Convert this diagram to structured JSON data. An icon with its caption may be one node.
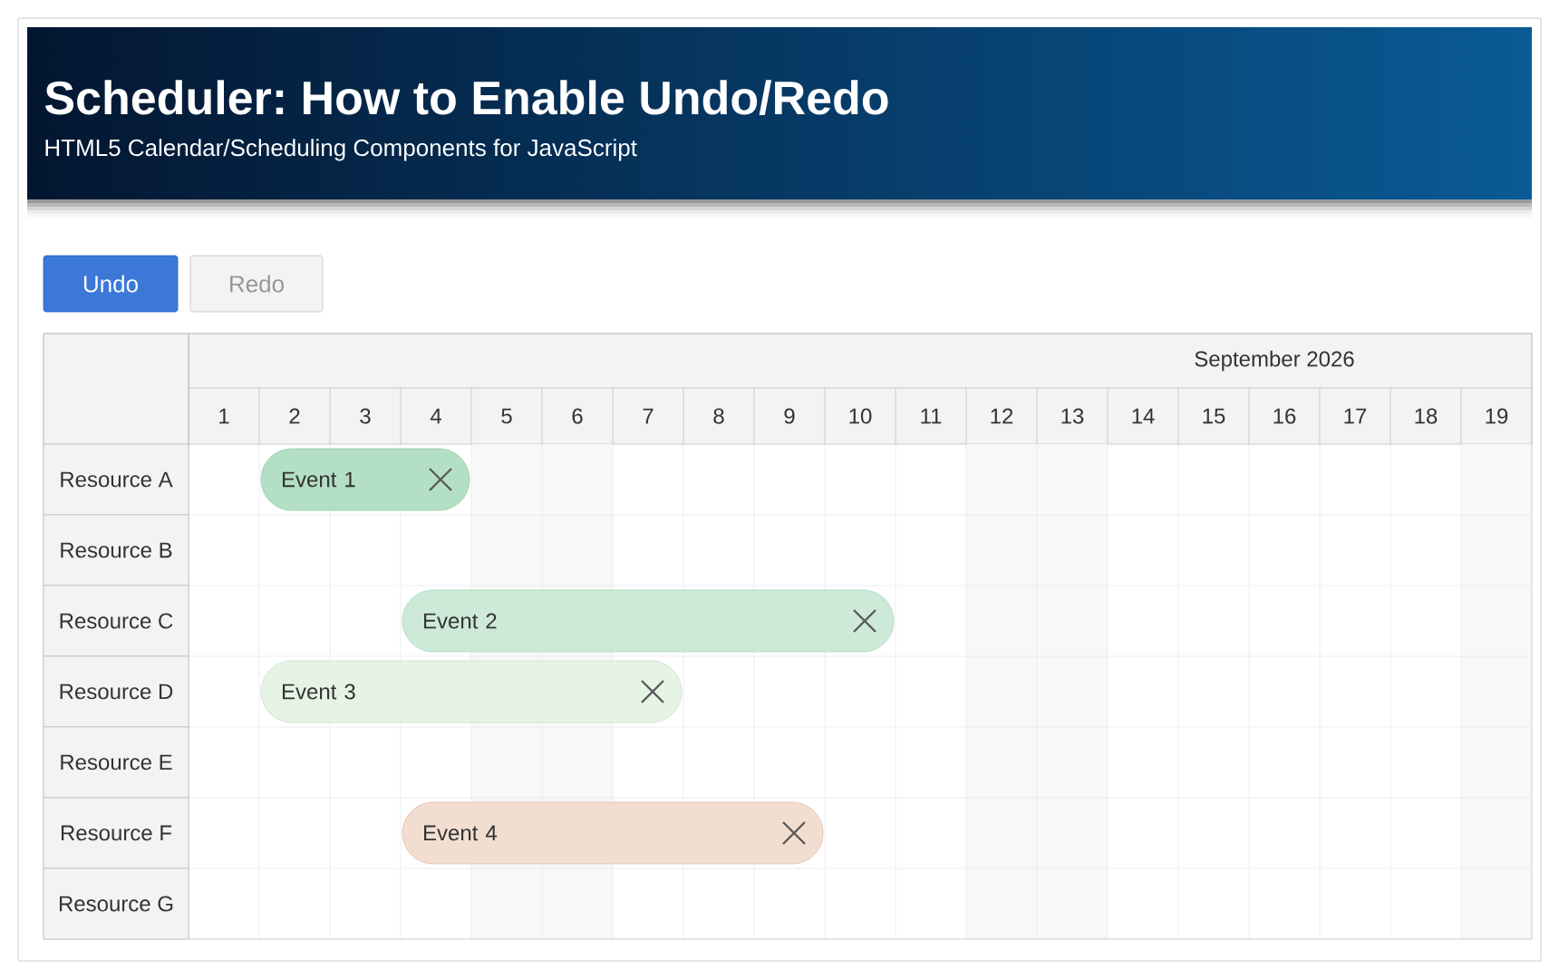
{
  "diagram": {
    "title": "Scheduler: How to Enable Undo/Redo",
    "nodes": [
      {
        "text": [
          "Undo"
        ]
      },
      {
        "text": [
          "Redo"
        ]
      },
      {
        "text": [],
        "shape": "band"
      },
      {
        "text": [],
        "shape": "band"
      },
      {
        "text": [],
        "shape": "band"
      },
      {
        "text": [
          "Event 1"
        ]
      },
      {
        "text": [
          "Event 2"
        ]
      },
      {
        "text": [
          "Event 3"
        ]
      },
      {
        "text": [
          "Event 4"
        ]
      }
    ],
    "labels": [
      "HTML5 Calendar/Scheduling Components for JavaScript",
      "September 2026",
      "1",
      "2",
      "3",
      "4",
      "5",
      "6",
      "7",
      "8",
      "9",
      "10",
      "11",
      "12",
      "13",
      "14",
      "15",
      "16",
      "17",
      "18",
      "19",
      "Resource A",
      "Resource B",
      "Resource C",
      "Resource D",
      "Resource E",
      "Resource F",
      "Resource G"
    ]
  }
}
